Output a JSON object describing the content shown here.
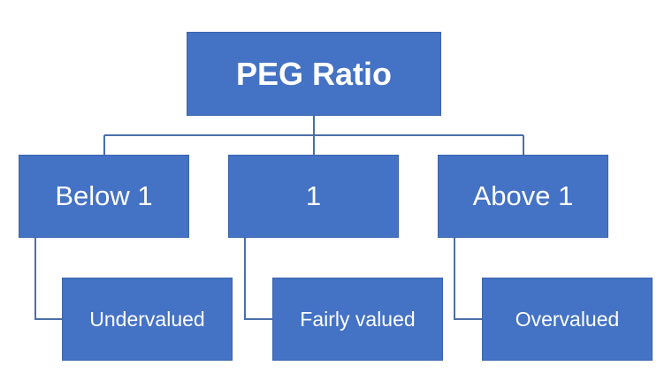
{
  "diagram": {
    "root": {
      "label": "PEG Ratio"
    },
    "branches": [
      {
        "label": "Below 1",
        "outcome": "Undervalued"
      },
      {
        "label": "1",
        "outcome": "Fairly valued"
      },
      {
        "label": "Above 1",
        "outcome": "Overvalued"
      }
    ]
  },
  "colors": {
    "box_fill": "#4472c4",
    "box_text": "#ffffff",
    "connector": "#4a6fa8",
    "background": "#ffffff"
  }
}
